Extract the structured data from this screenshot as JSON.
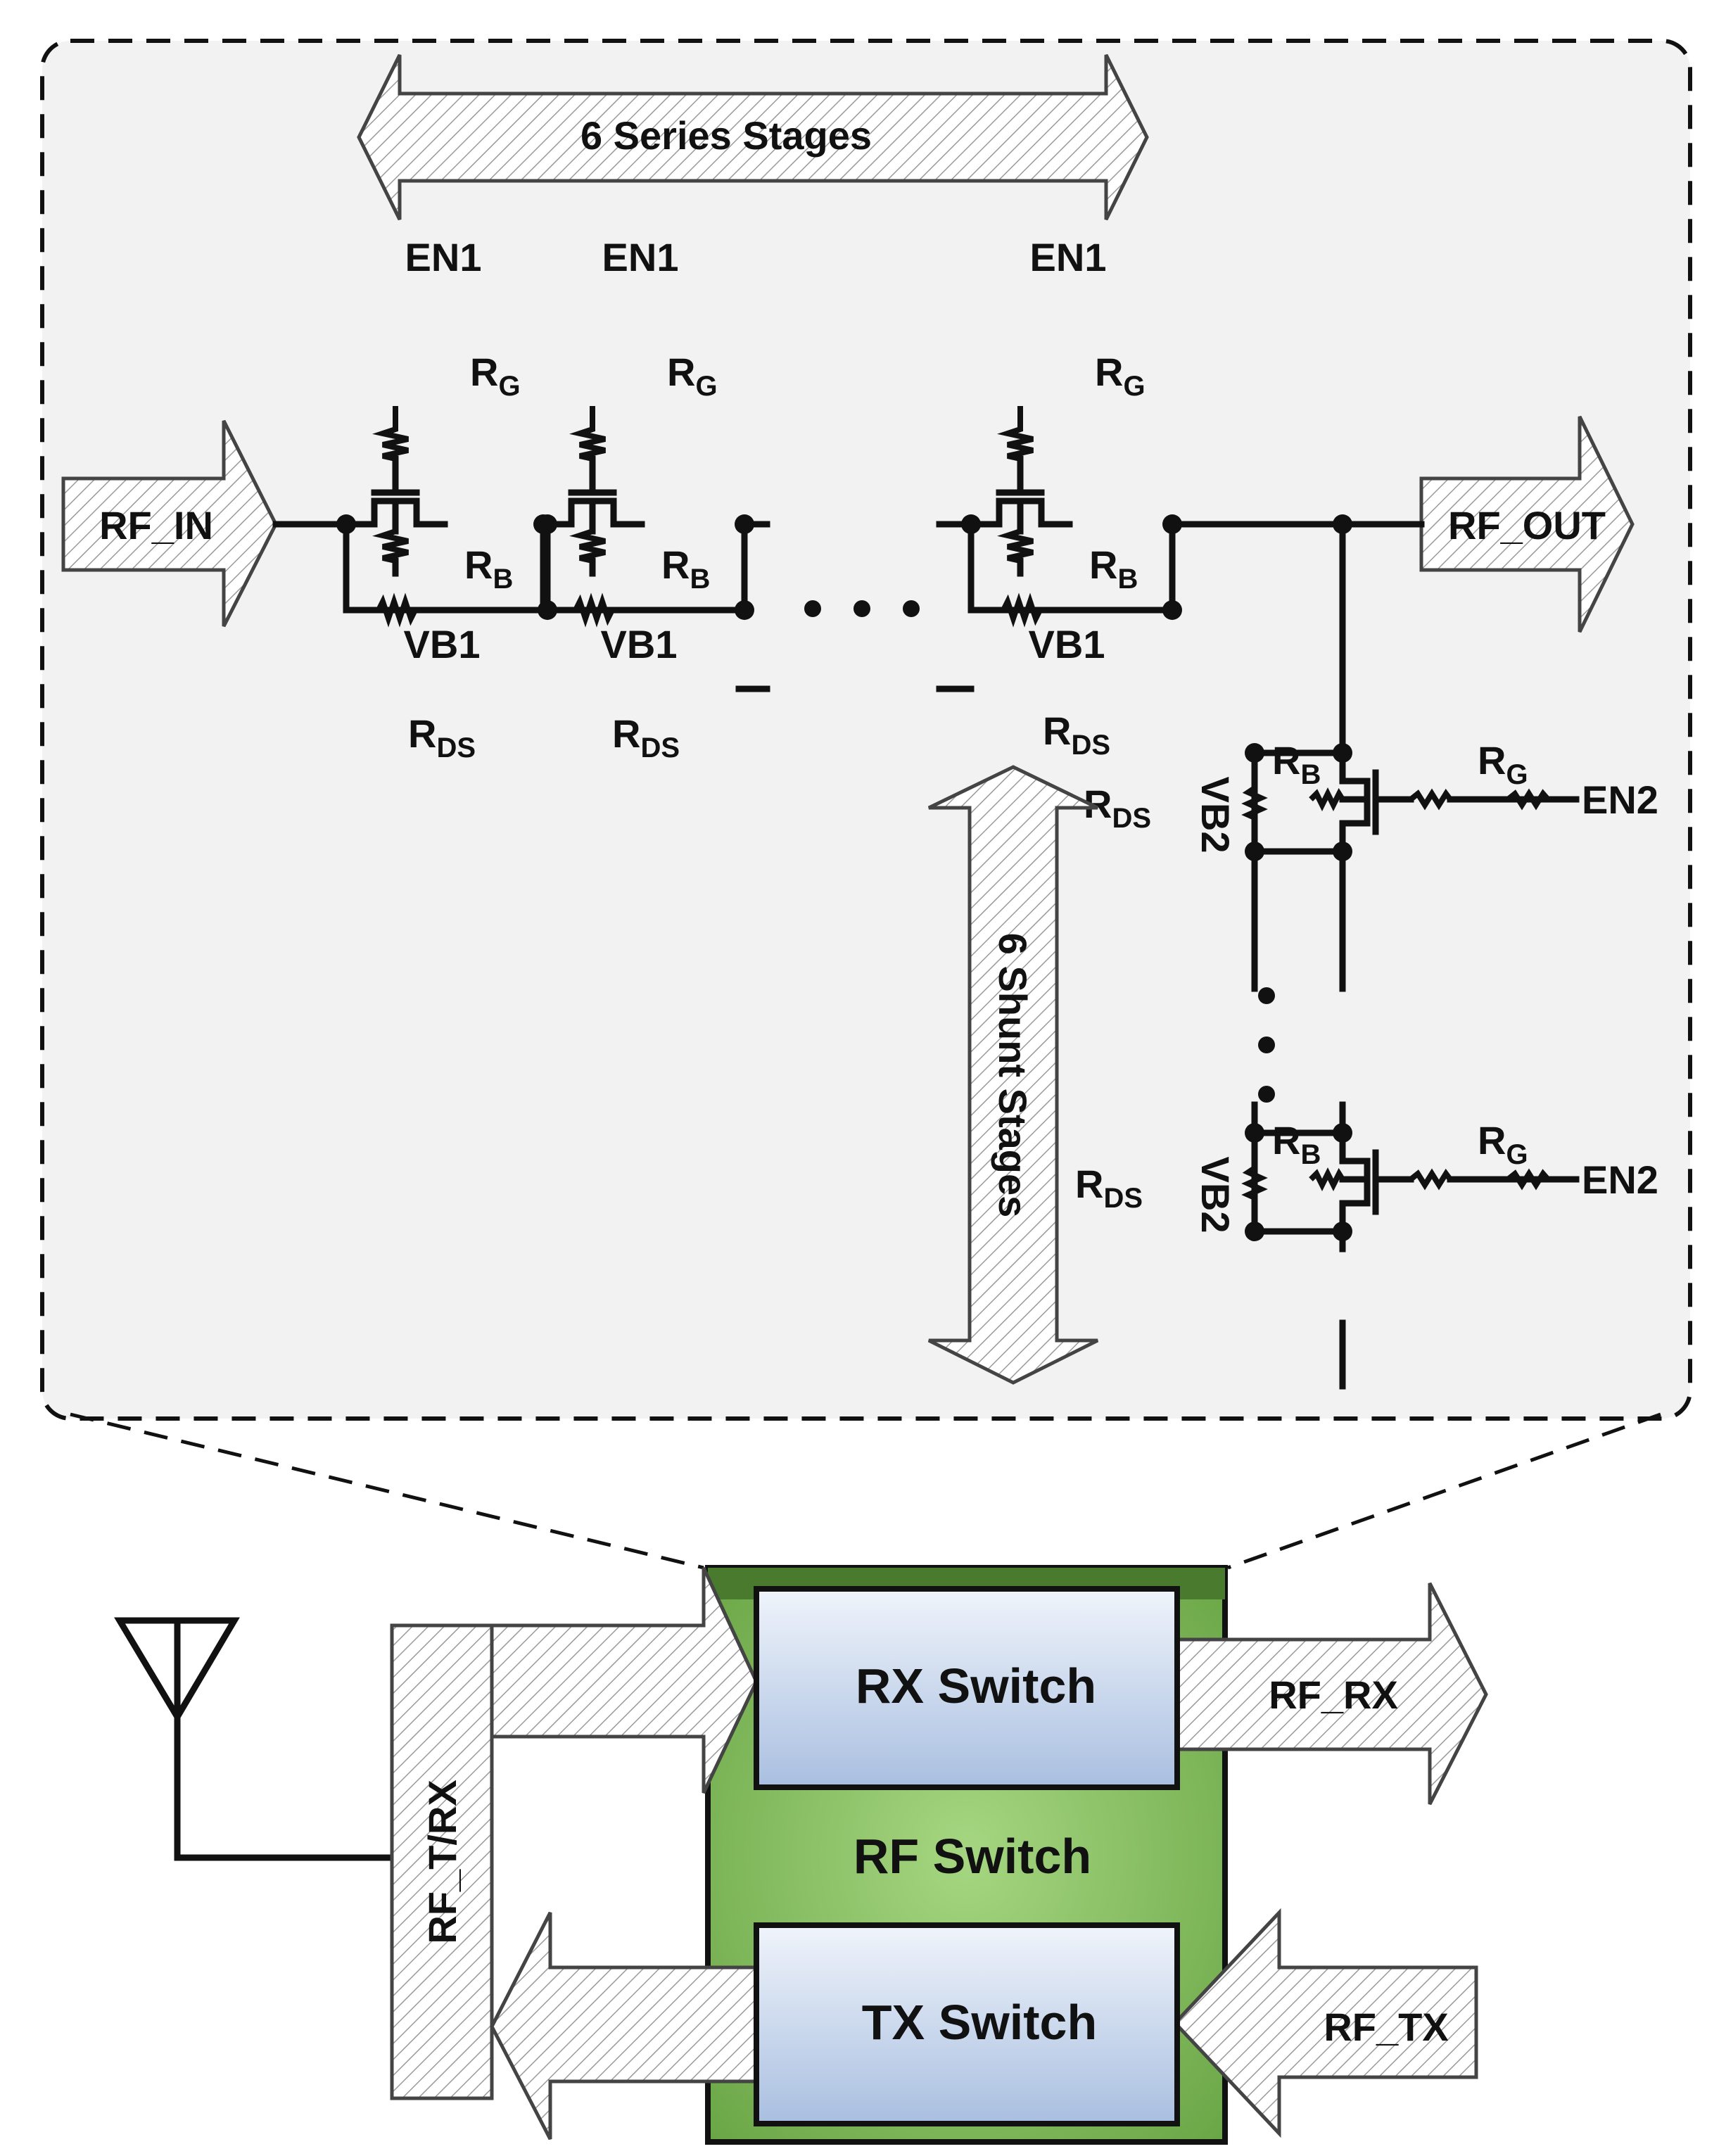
{
  "labels": {
    "series_stages": "6 Series Stages",
    "shunt_stages": "6 Shunt Stages",
    "rf_in": "RF_IN",
    "rf_out": "RF_OUT",
    "en1": "EN1",
    "en2": "EN2",
    "vb1": "VB1",
    "vb2": "VB2",
    "r": "R",
    "sub_g": "G",
    "sub_b": "B",
    "sub_ds": "DS",
    "rf_trx": "RF_T/RX",
    "rf_rx": "RF_RX",
    "rf_tx": "RF_TX",
    "rx_switch": "RX Switch",
    "tx_switch": "TX Switch",
    "rf_switch": "RF Switch"
  },
  "colors": {
    "detail_panel": "#f2f2f2",
    "switch_outer_dark": "#4a7a2e",
    "switch_outer_light": "#8cc063",
    "sub_switch_top": "#f0f4fb",
    "sub_switch_bottom": "#a9bfe0",
    "hatch_line": "#9a9a9a"
  }
}
